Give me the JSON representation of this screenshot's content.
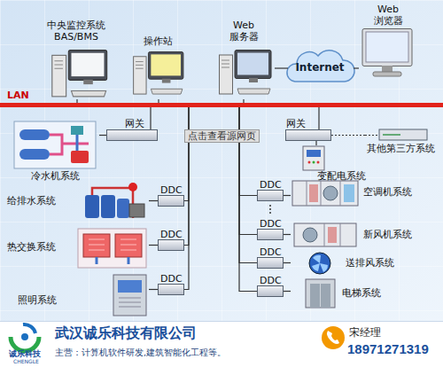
{
  "diagram": {
    "nodes": [
      {
        "text": [
          "中央监控系统 BAS/BMS"
        ]
      },
      {
        "text": [
          "操作站"
        ]
      },
      {
        "text": [
          "Web 服务器"
        ]
      },
      {
        "text": [
          "Internet"
        ]
      },
      {
        "text": [
          "Web 浏览器"
        ]
      },
      {
        "text": [
          "LAN"
        ]
      },
      {
        "text": [
          "网关"
        ]
      },
      {
        "text": [
          "冷水机系统"
        ]
      },
      {
        "text": [
          "DDC"
        ]
      },
      {
        "text": [
          "给排水系统"
        ]
      },
      {
        "text": [
          "DDC"
        ]
      },
      {
        "text": [
          "热交换系统"
        ]
      },
      {
        "text": [
          "DDC"
        ]
      },
      {
        "text": [
          "照明系统"
        ]
      },
      {
        "text": [
          "网关"
        ]
      },
      {
        "text": [
          "变配电系统"
        ]
      },
      {
        "text": [
          "其他第三方系统"
        ]
      },
      {
        "text": [
          "DDC"
        ]
      },
      {
        "text": [
          "空调机系统"
        ]
      },
      {
        "text": [
          "DDC"
        ]
      },
      {
        "text": [
          "新风机系统"
        ]
      },
      {
        "text": [
          "DDC"
        ]
      },
      {
        "text": [
          "送排风系统"
        ]
      },
      {
        "text": [
          "DDC"
        ]
      },
      {
        "text": [
          "电梯系统"
        ]
      }
    ],
    "edges": [
      {
        "from": 0,
        "to": 5,
        "arrow": "none"
      },
      {
        "from": 1,
        "to": 5,
        "arrow": "none"
      },
      {
        "from": 2,
        "to": 5,
        "arrow": "none"
      },
      {
        "from": 2,
        "to": 3,
        "arrow": "none"
      },
      {
        "from": 3,
        "to": 4,
        "arrow": "none"
      },
      {
        "from": 5,
        "to": 6,
        "arrow": "none"
      },
      {
        "from": 6,
        "to": 7,
        "arrow": "none"
      },
      {
        "from": 5,
        "to": 8,
        "arrow": "none"
      },
      {
        "from": 8,
        "to": 9,
        "arrow": "none"
      },
      {
        "from": 5,
        "to": 10,
        "arrow": "none"
      },
      {
        "from": 10,
        "to": 11,
        "arrow": "none"
      },
      {
        "from": 5,
        "to": 12,
        "arrow": "none"
      },
      {
        "from": 12,
        "to": 13,
        "arrow": "none"
      },
      {
        "from": 5,
        "to": 14,
        "arrow": "none"
      },
      {
        "from": 14,
        "to": 15,
        "arrow": "none"
      },
      {
        "from": 14,
        "to": 16,
        "arrow": "none"
      },
      {
        "from": 5,
        "to": 17,
        "arrow": "none"
      },
      {
        "from": 17,
        "to": 18,
        "arrow": "none"
      },
      {
        "from": 5,
        "to": 19,
        "arrow": "none"
      },
      {
        "from": 19,
        "to": 20,
        "arrow": "none"
      },
      {
        "from": 5,
        "to": 21,
        "arrow": "none"
      },
      {
        "from": 21,
        "to": 22,
        "arrow": "none"
      },
      {
        "from": 5,
        "to": 23,
        "arrow": "none"
      },
      {
        "from": 23,
        "to": 24,
        "arrow": "none"
      }
    ],
    "labels": [
      "点击查看源网页",
      "武汉诚乐科技有限公司",
      "主营：计算机软件研发,建筑智能化工程等。",
      "宋经理",
      "18971271319",
      "诚乐科技",
      "CHENGLE"
    ]
  }
}
